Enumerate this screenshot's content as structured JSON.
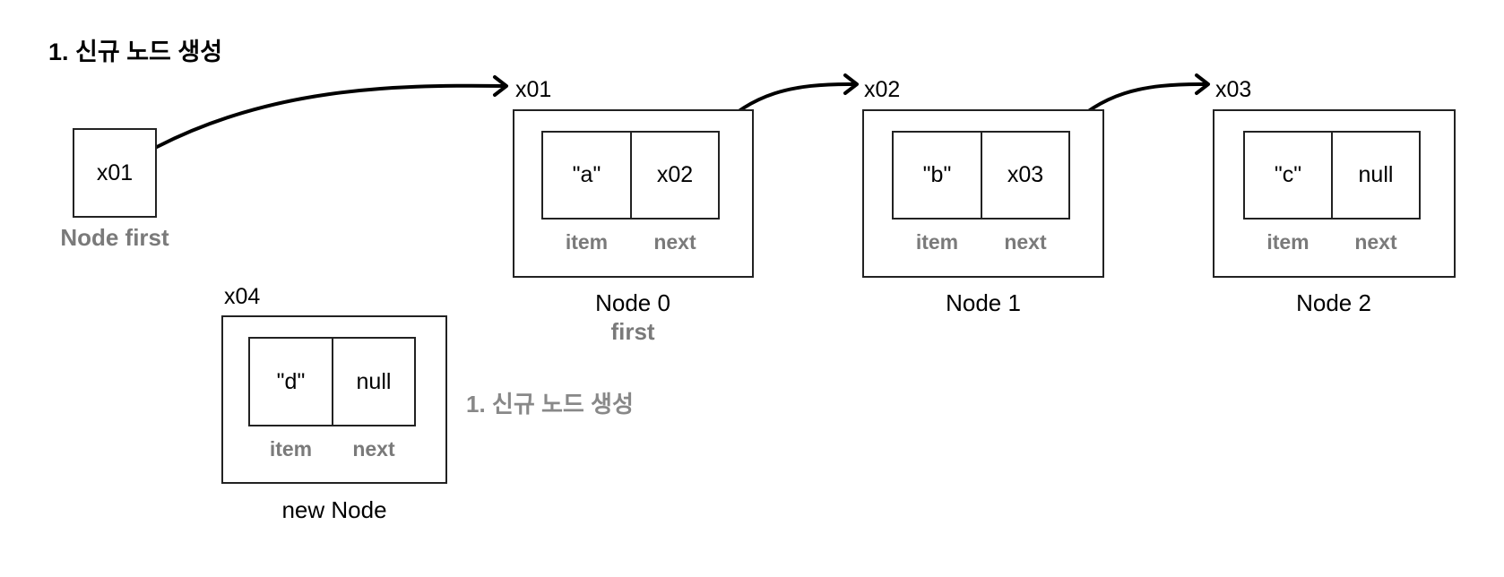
{
  "title": "1. 신규 노드 생성",
  "first_ref": {
    "value": "x01",
    "label": "Node first"
  },
  "nodes": [
    {
      "address": "x01",
      "item": "\"a\"",
      "next": "x02",
      "item_label": "item",
      "next_label": "next",
      "name": "Node 0",
      "alias": "first"
    },
    {
      "address": "x02",
      "item": "\"b\"",
      "next": "x03",
      "item_label": "item",
      "next_label": "next",
      "name": "Node 1"
    },
    {
      "address": "x03",
      "item": "\"c\"",
      "next": "null",
      "item_label": "item",
      "next_label": "next",
      "name": "Node 2"
    }
  ],
  "new_node": {
    "address": "x04",
    "item": "\"d\"",
    "next": "null",
    "item_label": "item",
    "next_label": "next",
    "name": "new Node",
    "step_note": "1. 신규 노드 생성"
  },
  "colors": {
    "stroke": "#000000",
    "muted_text": "#7a7a7a"
  }
}
